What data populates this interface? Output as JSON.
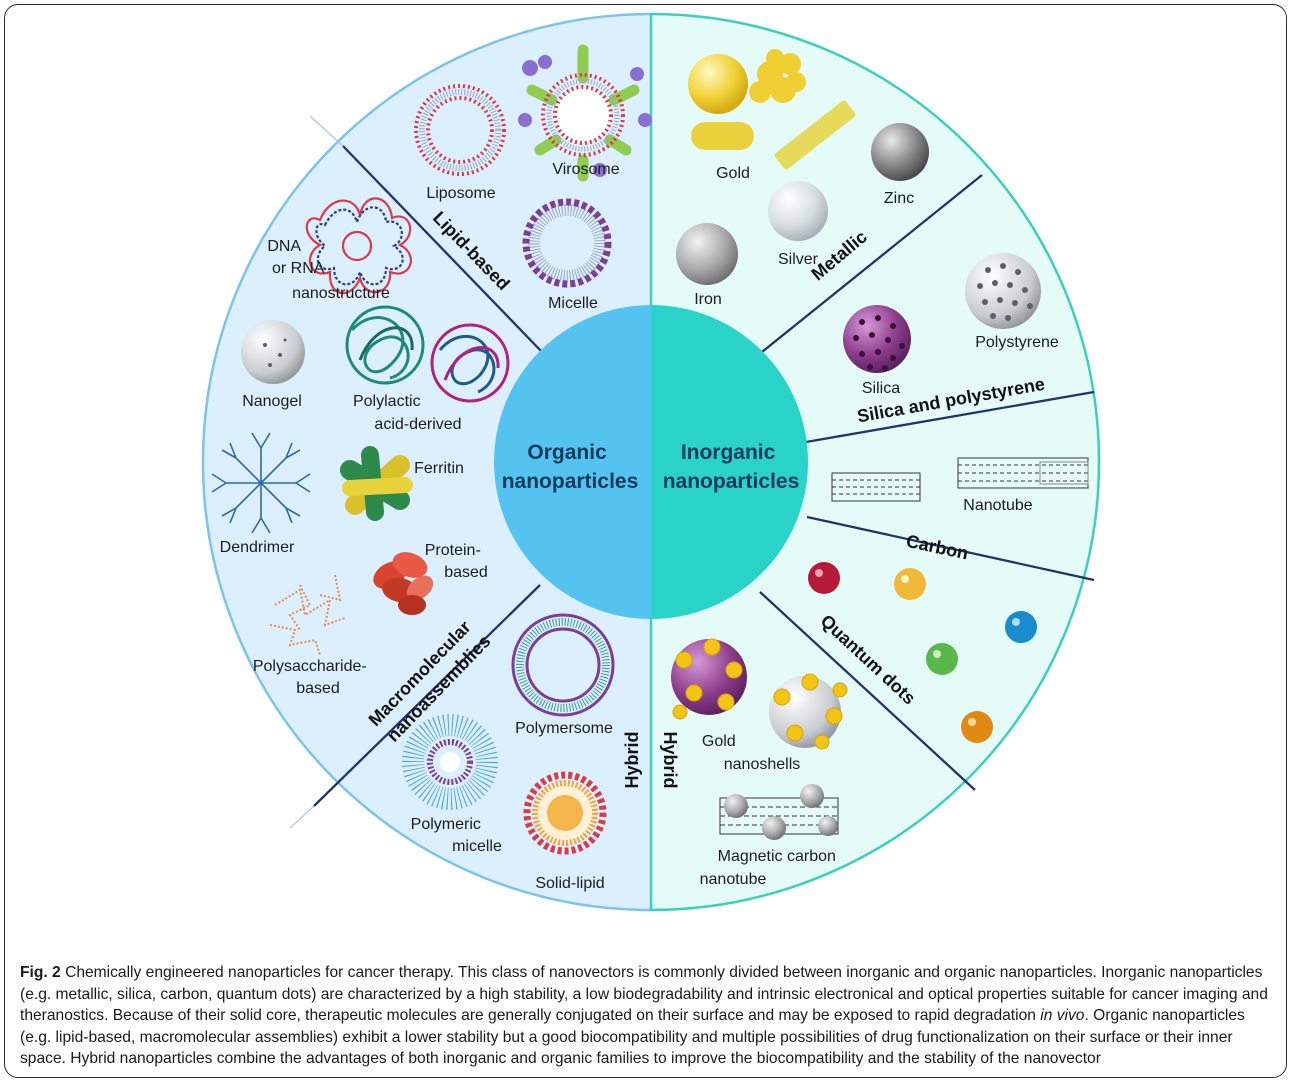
{
  "center": {
    "organic": [
      "Organic",
      "nanoparticles"
    ],
    "inorganic": [
      "Inorganic",
      "nanoparticles"
    ]
  },
  "categories": {
    "lipid_based": "Lipid-based",
    "macromolecular": [
      "Macromolecular",
      "nanoassemblies"
    ],
    "hybrid_left": "Hybrid",
    "metallic": "Metallic",
    "silica_polystyrene": "Silica and polystyrene",
    "carbon": "Carbon",
    "quantum_dots": "Quantum dots",
    "hybrid_right": "Hybrid"
  },
  "items": {
    "liposome": "Liposome",
    "virosome": "Virosome",
    "micelle": "Micelle",
    "dna": [
      "DNA",
      "or RNA",
      "nanostructure"
    ],
    "nanogel": "Nanogel",
    "polylactic": [
      "Polylactic",
      "acid-derived"
    ],
    "dendrimer": "Dendrimer",
    "ferritin": "Ferritin",
    "protein": [
      "Protein-",
      "based"
    ],
    "polysaccharide": [
      "Polysaccharide-",
      "based"
    ],
    "polymersome": "Polymersome",
    "polymeric_micelle": [
      "Polymeric",
      "micelle"
    ],
    "solid_lipid": "Solid-lipid",
    "gold": "Gold",
    "zinc": "Zinc",
    "silver": "Silver",
    "iron": "Iron",
    "silica": "Silica",
    "polystyrene": "Polystyrene",
    "nanotube": "Nanotube",
    "gold_nanoshells": [
      "Gold",
      "nanoshells"
    ],
    "magnetic_cnt": [
      "Magnetic carbon",
      "nanotube"
    ]
  },
  "colors": {
    "organic_bg": "#dcefff",
    "inorganic_bg": "#e4fbf8",
    "organic_border": "#7cc3ee",
    "inorganic_border": "#3ccfbd",
    "organic_center": "#55c3f0",
    "inorganic_center": "#2ad3c8"
  },
  "caption": {
    "label": "Fig. 2",
    "text_1": " Chemically engineered nanoparticles for cancer therapy. This class of nanovectors is commonly divided between inorganic and organic nanoparticles. Inorganic nanoparticles (e.g. metallic, silica, carbon, quantum dots) are characterized by a high stability, a low biodegradability and intrinsic electronical and optical properties suitable for cancer imaging and theranostics. Because of their solid core, therapeutic molecules are generally conjugated on their surface and may be exposed to rapid degradation ",
    "italic": "in vivo",
    "text_2": ". Organic nanoparticles (e.g. lipid-based, macromolecular assemblies) exhibit a lower stability but a good biocompatibility and multiple possibilities of drug functionalization on their surface or their inner space. Hybrid nanoparticles combine the advantages of both inorganic and organic families to improve the biocompatibility and the stability of the nanovector"
  }
}
